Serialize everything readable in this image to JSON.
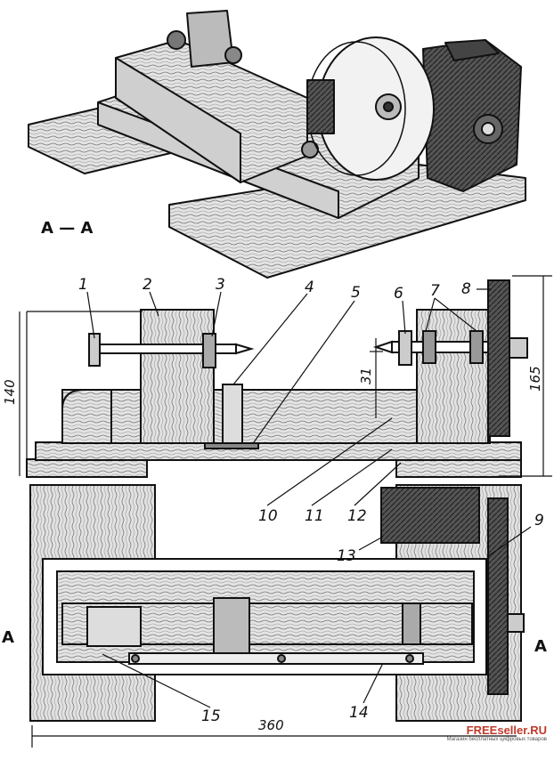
{
  "section_label": "A — A",
  "section_mark_left": "A",
  "section_mark_right": "A",
  "part_numbers": [
    "1",
    "2",
    "3",
    "4",
    "5",
    "6",
    "7",
    "8",
    "9",
    "10",
    "11",
    "12",
    "13",
    "14",
    "15"
  ],
  "dimensions": {
    "height_left": "140",
    "height_right": "165",
    "gap": "31",
    "length": "360"
  },
  "watermark": {
    "brand": "FREEseller.RU",
    "tagline": "Магазин бесплатных цифровых товаров"
  },
  "colors": {
    "ink": "#111111",
    "paper": "#ffffff",
    "wood": "#cfcfcf",
    "brand": "#c0392b"
  }
}
